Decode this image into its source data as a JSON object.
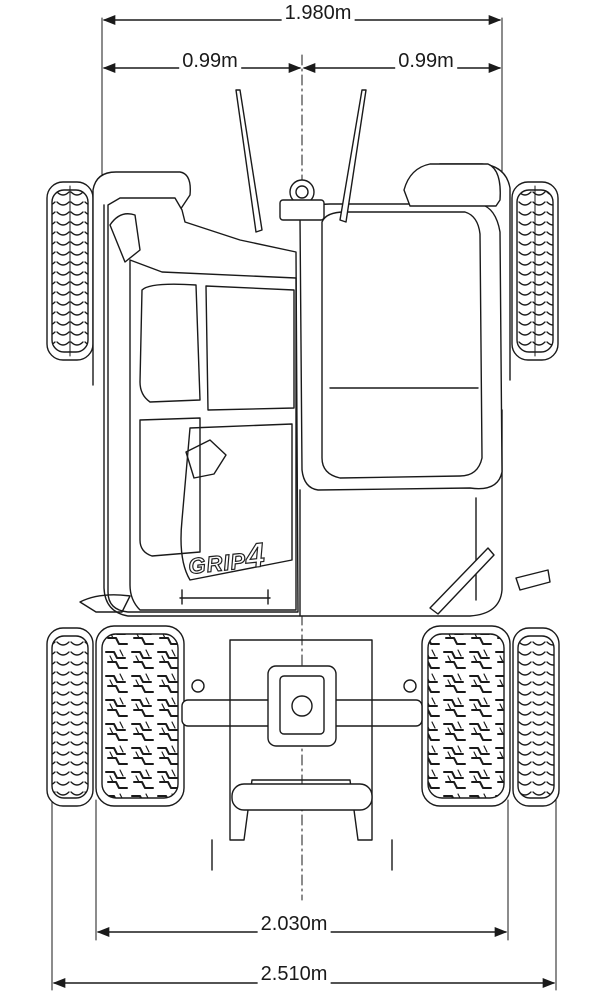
{
  "dimensions": {
    "overall_top": "1.980m",
    "half_left": "0.99m",
    "half_right": "0.99m",
    "track_width": "2.030m",
    "overall_bottom": "2.510m"
  },
  "branding": {
    "model_text": "GRIP",
    "model_number": "4"
  },
  "colors": {
    "line": "#1a1a1a",
    "background": "#ffffff"
  }
}
